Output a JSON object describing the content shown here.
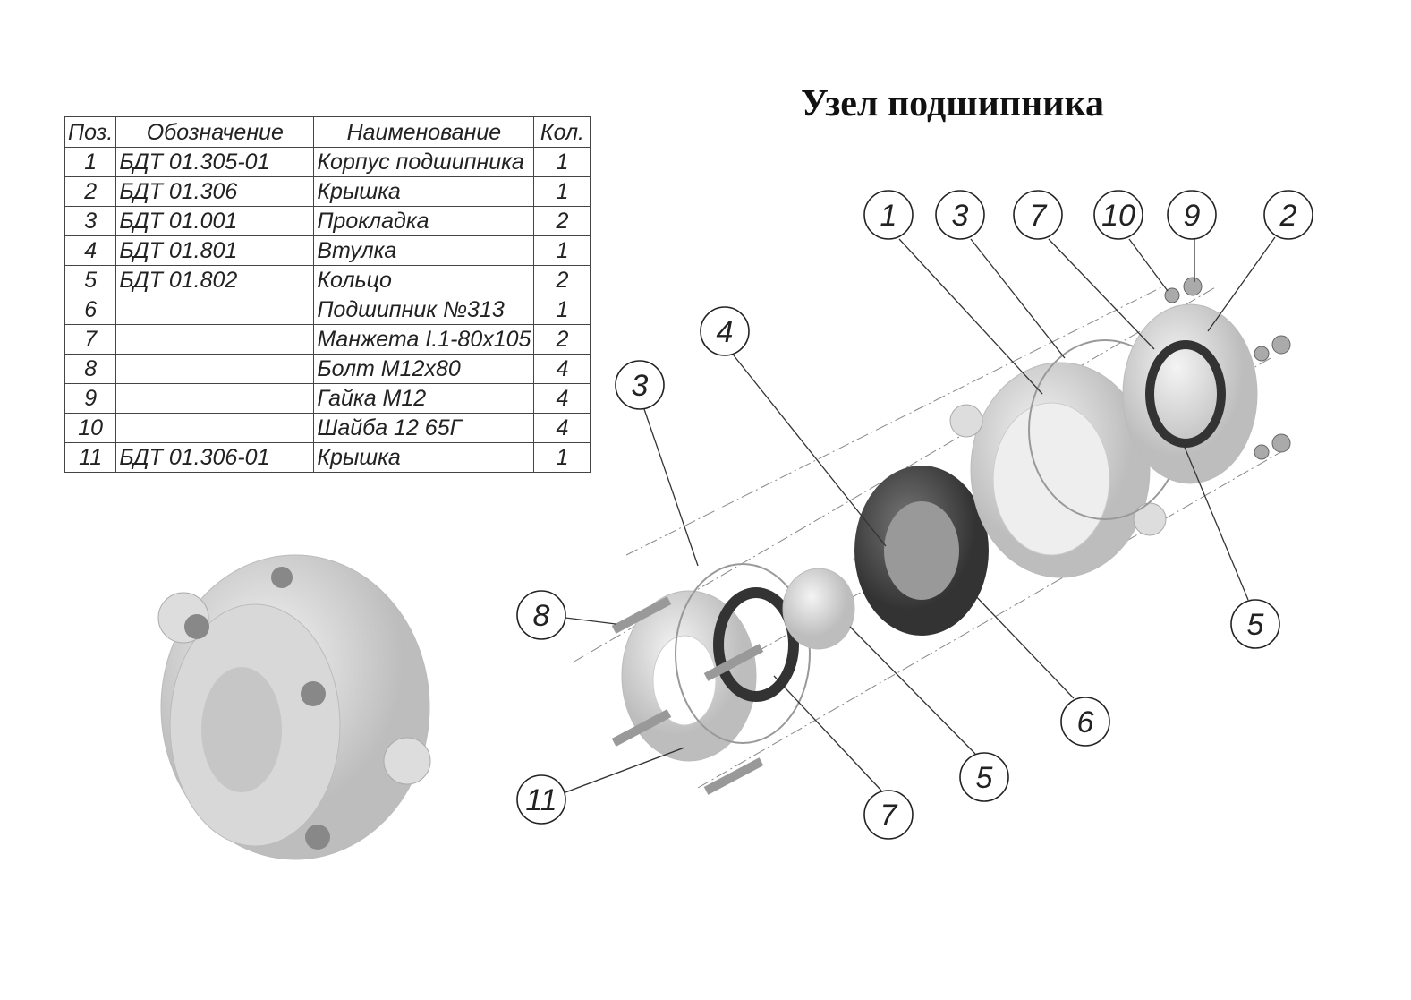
{
  "title": "Узел подшипника",
  "table": {
    "headers": [
      "Поз.",
      "Обозначение",
      "Наименование",
      "Кол."
    ],
    "rows": [
      {
        "pos": "1",
        "code": "БДТ 01.305-01",
        "name": "Корпус подшипника",
        "qty": "1"
      },
      {
        "pos": "2",
        "code": "БДТ 01.306",
        "name": "Крышка",
        "qty": "1"
      },
      {
        "pos": "3",
        "code": "БДТ 01.001",
        "name": "Прокладка",
        "qty": "2"
      },
      {
        "pos": "4",
        "code": "БДТ 01.801",
        "name": "Втулка",
        "qty": "1"
      },
      {
        "pos": "5",
        "code": "БДТ 01.802",
        "name": "Кольцо",
        "qty": "2"
      },
      {
        "pos": "6",
        "code": "",
        "name": "Подшипник №313",
        "qty": "1"
      },
      {
        "pos": "7",
        "code": "",
        "name": "Манжета I.1-80x105",
        "qty": "2"
      },
      {
        "pos": "8",
        "code": "",
        "name": "Болт М12x80",
        "qty": "4"
      },
      {
        "pos": "9",
        "code": "",
        "name": "Гайка М12",
        "qty": "4"
      },
      {
        "pos": "10",
        "code": "",
        "name": "Шайба 12 65Г",
        "qty": "4"
      },
      {
        "pos": "11",
        "code": "БДТ 01.306-01",
        "name": "Крышка",
        "qty": "1"
      }
    ]
  },
  "balloons": [
    "1",
    "3",
    "7",
    "10",
    "9",
    "2",
    "4",
    "3",
    "8",
    "11",
    "7",
    "5",
    "6",
    "5"
  ]
}
